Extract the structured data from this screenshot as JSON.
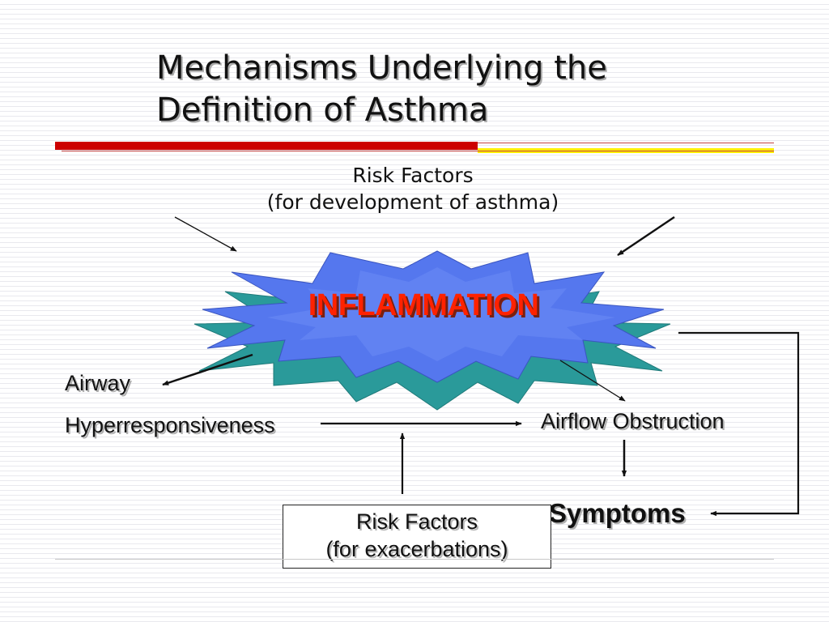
{
  "title": {
    "line1": "Mechanisms Underlying the",
    "line2": "Definition of Asthma"
  },
  "risk_factors_top": {
    "line1": "Risk Factors",
    "line2": "(for development of asthma)"
  },
  "center": {
    "label": "INFLAMMATION"
  },
  "nodes": {
    "airway_line1": "Airway",
    "airway_line2": "Hyperresponsiveness",
    "airflow": "Airflow Obstruction",
    "symptoms": "Symptoms"
  },
  "risk_factors_bottom": {
    "line1": "Risk Factors",
    "line2": "(for exacerbations)"
  },
  "colors": {
    "accent_red": "#cc0000",
    "accent_yellow": "#ffee00",
    "star_top": "#5577ee",
    "star_side": "#2a9a9a",
    "inflammation_text": "#ff2200"
  }
}
